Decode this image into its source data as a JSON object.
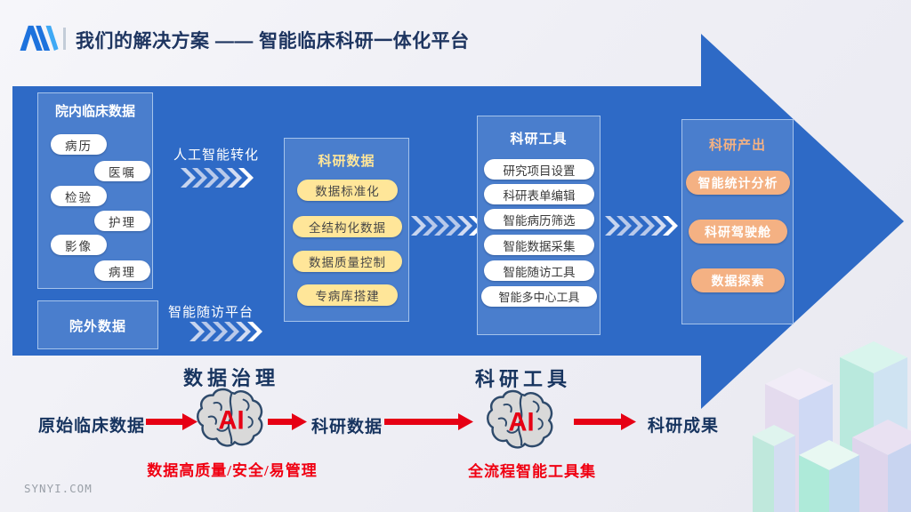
{
  "slide": {
    "title": "我们的解决方案 —— 智能临床科研一体化平台",
    "logo": "synyi-ai-logo",
    "footer_url": "SYNYI.COM"
  },
  "platform": {
    "in_hospital": {
      "title": "院内临床数据",
      "items": [
        "病历",
        "医嘱",
        "检验",
        "护理",
        "影像",
        "病理"
      ]
    },
    "out_hospital": {
      "title": "院外数据"
    },
    "transform_top_label": "人工智能转化",
    "transform_bottom_label": "智能随访平台",
    "research_data": {
      "title": "科研数据",
      "items": [
        "数据标准化",
        "全结构化数据",
        "数据质量控制",
        "专病库搭建"
      ]
    },
    "research_tools": {
      "title": "科研工具",
      "items": [
        "研究项目设置",
        "科研表单编辑",
        "智能病历筛选",
        "智能数据采集",
        "智能随访工具",
        "智能多中心工具"
      ]
    },
    "research_output": {
      "title": "科研产出",
      "items": [
        "智能统计分析",
        "科研驾驶舱",
        "数据探索"
      ]
    }
  },
  "bottom_flow": {
    "stage1_title": "数据治理",
    "stage2_title": "科研工具",
    "node_source": "原始临床数据",
    "node_mid": "科研数据",
    "node_result": "科研成果",
    "ai_label": "AI",
    "caption1": "数据高质量/安全/易管理",
    "caption2": "全流程智能工具集"
  },
  "colors": {
    "arrow_blue": "#2e6ac6",
    "panel_blue": "#4a7ecd",
    "pill_yellow": "#ffe699",
    "pill_orange": "#f4b183",
    "title_navy": "#1e3560",
    "flow_red": "#e60014",
    "chevron_light": "#b8c9ea",
    "chevron_white": "#ffffff"
  }
}
